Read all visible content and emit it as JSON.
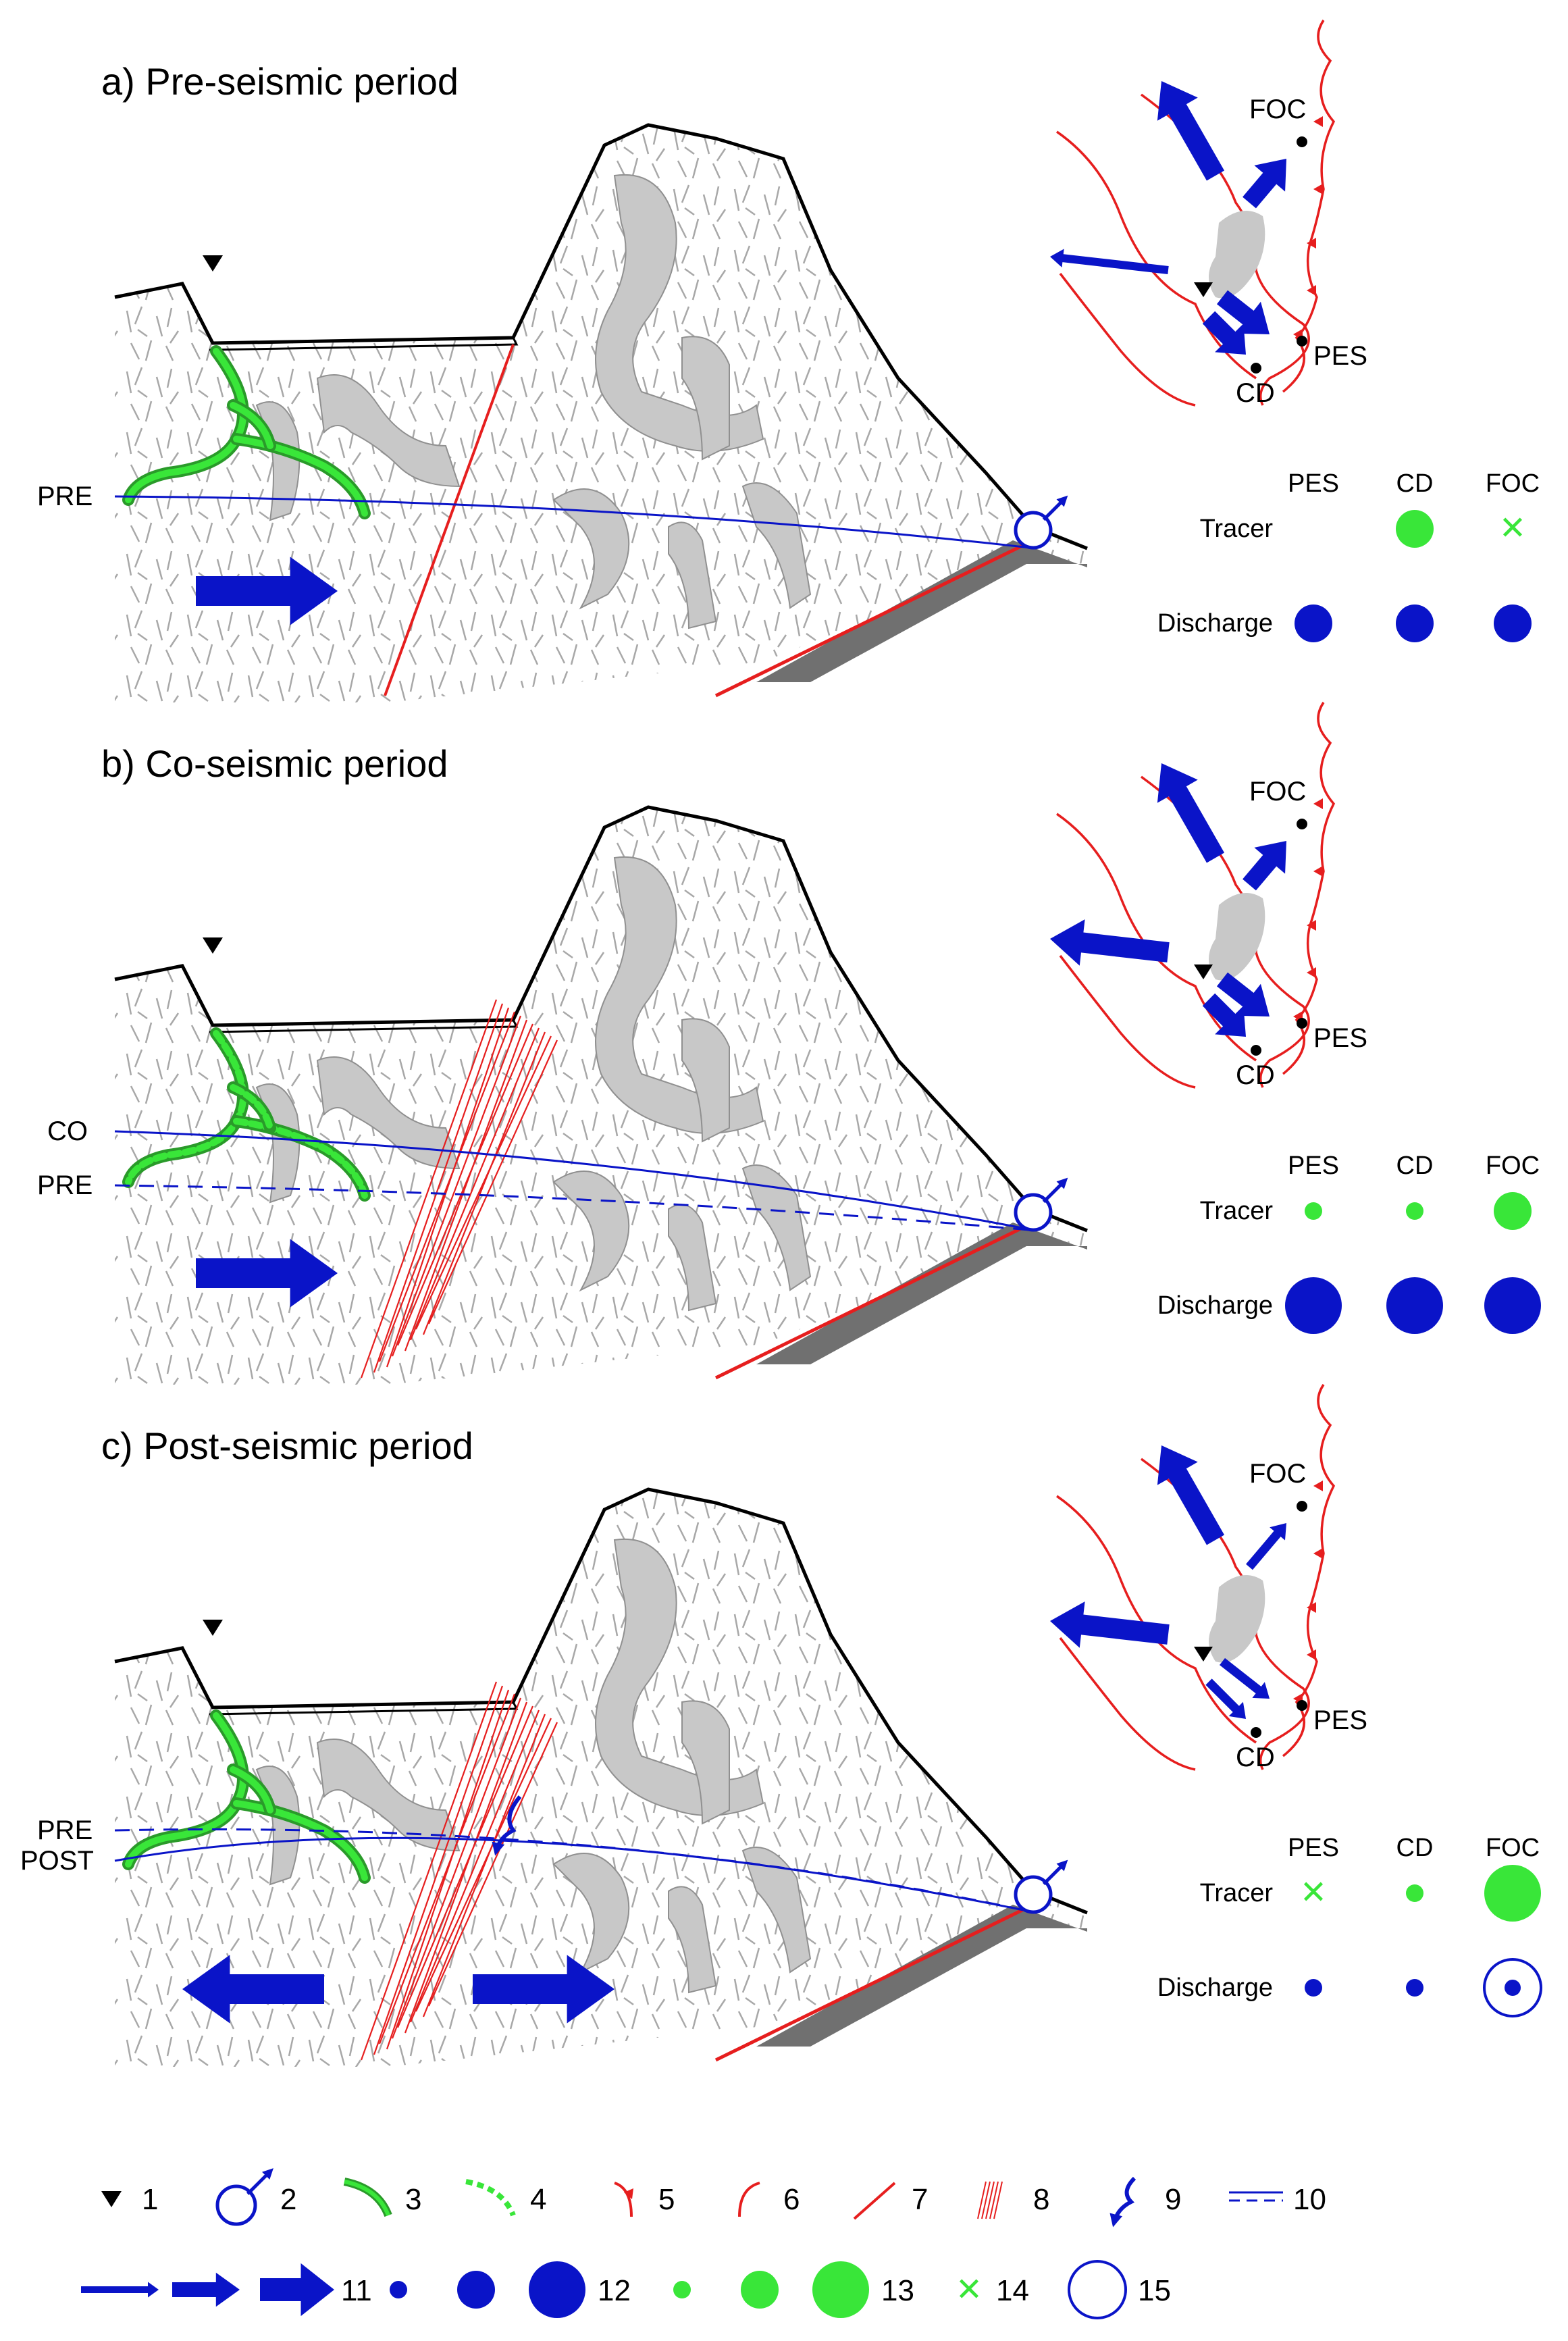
{
  "panels": [
    {
      "title": "a) Pre-seismic period",
      "levels": [
        "PRE"
      ],
      "sites": {
        "foc": "FOC",
        "pes": "PES",
        "cd": "CD"
      },
      "table": {
        "headers": [
          "PES",
          "CD",
          "FOC"
        ],
        "row_tracer": "Tracer",
        "row_discharge": "Discharge",
        "tracer": [
          "none",
          "medium",
          "x"
        ],
        "discharge": [
          "medium",
          "medium",
          "medium"
        ]
      }
    },
    {
      "title": "b) Co-seismic period",
      "levels": [
        "CO",
        "PRE"
      ],
      "sites": {
        "foc": "FOC",
        "pes": "PES",
        "cd": "CD"
      },
      "table": {
        "headers": [
          "PES",
          "CD",
          "FOC"
        ],
        "row_tracer": "Tracer",
        "row_discharge": "Discharge",
        "tracer": [
          "small",
          "small",
          "medium"
        ],
        "discharge": [
          "large",
          "large",
          "large"
        ]
      }
    },
    {
      "title": "c) Post-seismic period",
      "levels": [
        "PRE",
        "POST"
      ],
      "sites": {
        "foc": "FOC",
        "pes": "PES",
        "cd": "CD"
      },
      "table": {
        "headers": [
          "PES",
          "CD",
          "FOC"
        ],
        "row_tracer": "Tracer",
        "row_discharge": "Discharge",
        "tracer": [
          "x",
          "small",
          "large"
        ],
        "discharge": [
          "small",
          "small",
          "ring"
        ]
      }
    }
  ],
  "legend": [
    "1",
    "2",
    "3",
    "4",
    "5",
    "6",
    "7",
    "8",
    "9",
    "10",
    "11",
    "12",
    "13",
    "14",
    "15"
  ],
  "colors": {
    "water": "#0a14c8",
    "tracer": "#39e639",
    "fault": "#e61e1e",
    "karst": "#c8c8c8",
    "fracture": "#a0a0a0",
    "outline": "#000000",
    "substrate": "#707070"
  }
}
